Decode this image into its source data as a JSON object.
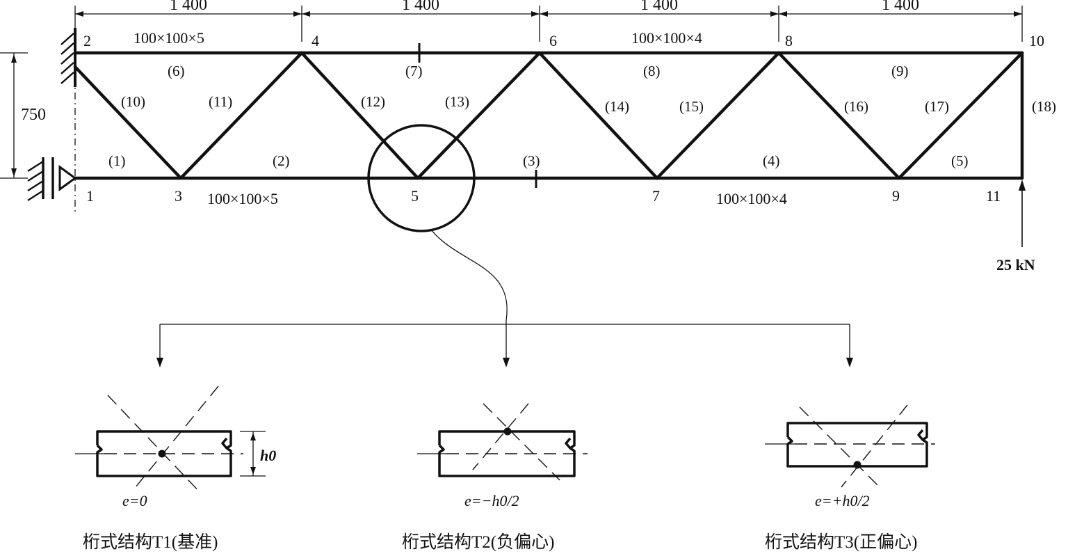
{
  "dimensions": {
    "panel_spacing": [
      "1 400",
      "1 400",
      "1 400",
      "1 400"
    ],
    "height": "750"
  },
  "nodes": [
    "1",
    "2",
    "3",
    "4",
    "5",
    "6",
    "7",
    "8",
    "9",
    "10",
    "11"
  ],
  "members": [
    "(1)",
    "(2)",
    "(3)",
    "(4)",
    "(5)",
    "(6)",
    "(7)",
    "(8)",
    "(9)",
    "(10)",
    "(11)",
    "(12)",
    "(13)",
    "(14)",
    "(15)",
    "(16)",
    "(17)",
    "(18)"
  ],
  "sections": {
    "top_left": "100×100×5",
    "top_right": "100×100×4",
    "bottom_left": "100×100×5",
    "bottom_right": "100×100×4"
  },
  "load": "25 kN",
  "details": [
    {
      "eccentricity": "e=0",
      "height_label": "h0",
      "caption": "桁式结构T1(基准)"
    },
    {
      "eccentricity": "e=−h0/2",
      "caption": "桁式结构T2(负偏心)"
    },
    {
      "eccentricity": "e=+h0/2",
      "caption": "桁式结构T3(正偏心)"
    }
  ],
  "colors": {
    "ink": "#111111",
    "background": "#ffffff"
  }
}
